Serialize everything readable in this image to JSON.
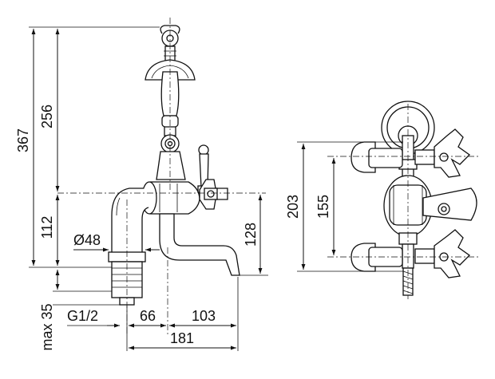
{
  "dimensions": {
    "total_height": "367",
    "upper_height": "256",
    "lower_height": "112",
    "outlet_height": "128",
    "max_35": "max 35",
    "diameter": "Ø48",
    "thread": "G1/2",
    "dist_66": "66",
    "dist_103": "103",
    "dist_181": "181",
    "right_203": "203",
    "right_155": "155"
  }
}
